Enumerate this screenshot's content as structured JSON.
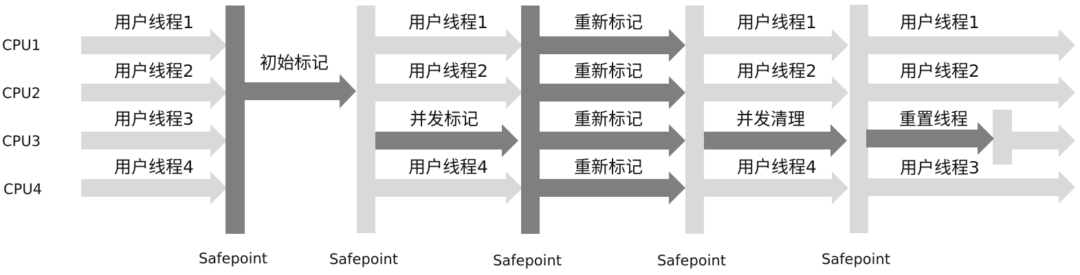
{
  "cpus": [
    "CPU1",
    "CPU2",
    "CPU3",
    "CPU4"
  ],
  "safepoint_label": "Safepoint",
  "colors": {
    "light": "#d9d9d9",
    "dark": "#7f7f7f"
  },
  "safepoints": [
    {
      "name": "safepoint-1",
      "style": "dark"
    },
    {
      "name": "safepoint-2",
      "style": "light"
    },
    {
      "name": "safepoint-3",
      "style": "dark"
    },
    {
      "name": "safepoint-4",
      "style": "light"
    },
    {
      "name": "safepoint-5",
      "style": "light"
    }
  ],
  "phases": [
    {
      "name": "phase-1",
      "arrows": [
        {
          "lane": 1,
          "label": "用户线程1",
          "style": "light"
        },
        {
          "lane": 2,
          "label": "用户线程2",
          "style": "light"
        },
        {
          "lane": 3,
          "label": "用户线程3",
          "style": "light"
        },
        {
          "lane": 4,
          "label": "用户线程4",
          "style": "light"
        }
      ]
    },
    {
      "name": "phase-2",
      "arrows": [
        {
          "lane": 2,
          "label": "初始标记",
          "style": "dark"
        }
      ]
    },
    {
      "name": "phase-3",
      "arrows": [
        {
          "lane": 1,
          "label": "用户线程1",
          "style": "light"
        },
        {
          "lane": 2,
          "label": "用户线程2",
          "style": "light"
        },
        {
          "lane": 3,
          "label": "并发标记",
          "style": "dark"
        },
        {
          "lane": 4,
          "label": "用户线程4",
          "style": "light"
        }
      ]
    },
    {
      "name": "phase-4",
      "arrows": [
        {
          "lane": 1,
          "label": "重新标记",
          "style": "dark"
        },
        {
          "lane": 2,
          "label": "重新标记",
          "style": "dark"
        },
        {
          "lane": 3,
          "label": "重新标记",
          "style": "dark"
        },
        {
          "lane": 4,
          "label": "重新标记",
          "style": "dark"
        }
      ]
    },
    {
      "name": "phase-5",
      "arrows": [
        {
          "lane": 1,
          "label": "用户线程1",
          "style": "light"
        },
        {
          "lane": 2,
          "label": "用户线程2",
          "style": "light"
        },
        {
          "lane": 3,
          "label": "并发清理",
          "style": "dark"
        },
        {
          "lane": 4,
          "label": "用户线程4",
          "style": "light"
        }
      ]
    },
    {
      "name": "phase-6",
      "arrows": [
        {
          "lane": 1,
          "label": "用户线程1",
          "style": "light"
        },
        {
          "lane": 2,
          "label": "用户线程2",
          "style": "light"
        },
        {
          "lane": 3,
          "label": "重置线程",
          "style": "dark"
        },
        {
          "lane": 3,
          "label": "",
          "style": "light"
        },
        {
          "lane": 4,
          "label": "用户线程3",
          "style": "light"
        }
      ]
    }
  ]
}
